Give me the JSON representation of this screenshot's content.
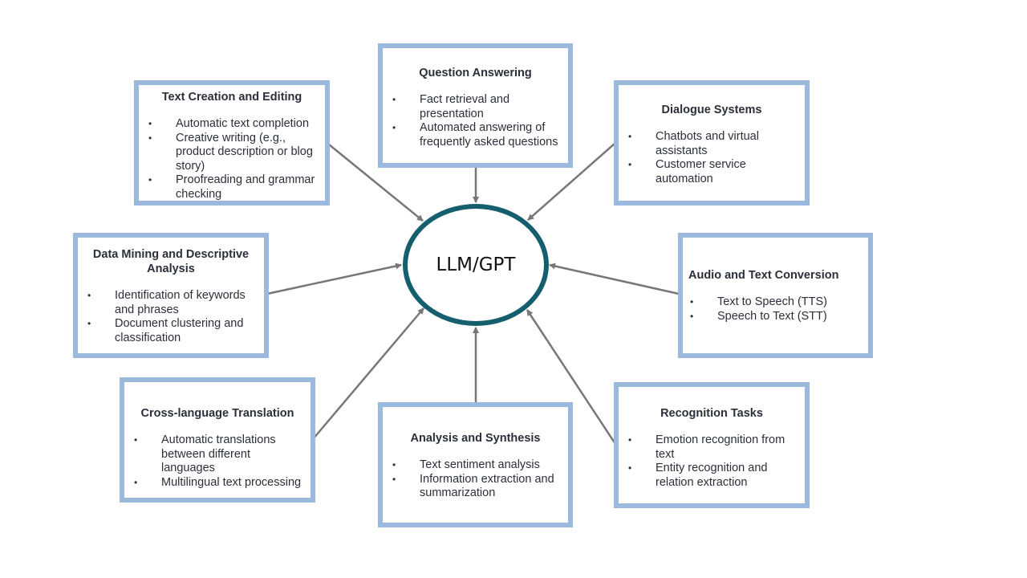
{
  "center": {
    "label": "LLM/GPT",
    "border_color": "#145e6e"
  },
  "box_border_color": "#9bb8dd",
  "arrow_color": "#777777",
  "boxes": [
    {
      "id": "text-creation",
      "title": "Text Creation and Editing",
      "items": [
        "Automatic text completion",
        "Creative writing (e.g., product description or blog story)",
        "Proofreading and grammar checking"
      ]
    },
    {
      "id": "question-answering",
      "title": "Question Answering",
      "items": [
        "Fact retrieval and presentation",
        "Automated answering of frequently asked questions"
      ]
    },
    {
      "id": "dialogue-systems",
      "title": "Dialogue Systems",
      "items": [
        "Chatbots and virtual assistants",
        "Customer service automation"
      ]
    },
    {
      "id": "data-mining",
      "title": "Data Mining and Descriptive Analysis",
      "items": [
        "Identification of keywords and phrases",
        "Document clustering and classification"
      ]
    },
    {
      "id": "audio-text",
      "title": "Audio and Text Conversion",
      "items": [
        "Text to Speech (TTS)",
        "Speech to Text (STT)"
      ]
    },
    {
      "id": "translation",
      "title": "Cross-language Translation",
      "items": [
        "Automatic translations between different languages",
        "Multilingual text processing"
      ]
    },
    {
      "id": "analysis-synthesis",
      "title": "Analysis and Synthesis",
      "items": [
        "Text sentiment analysis",
        "Information extraction and summarization"
      ]
    },
    {
      "id": "recognition",
      "title": "Recognition Tasks",
      "items": [
        "Emotion recognition from text",
        "Entity recognition and relation extraction"
      ]
    }
  ]
}
